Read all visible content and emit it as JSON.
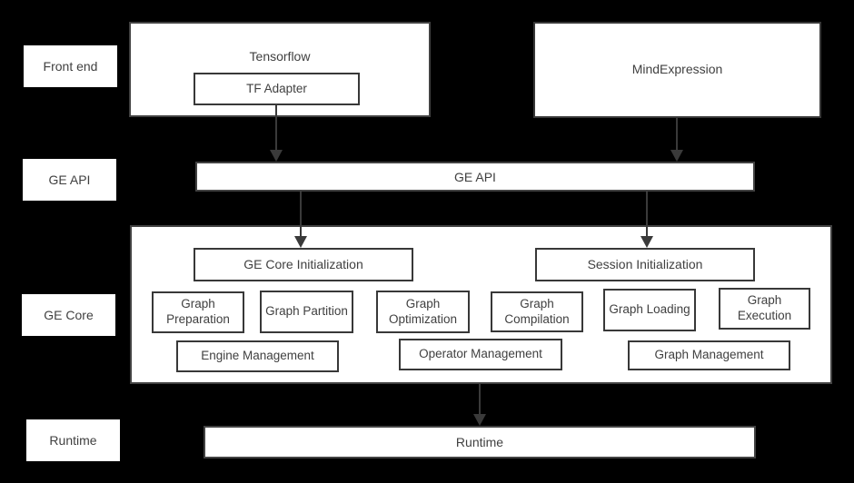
{
  "diagram": {
    "layer_labels": {
      "front_end": "Front end",
      "ge_api": "GE API",
      "ge_core": "GE Core",
      "runtime": "Runtime"
    },
    "front_end": {
      "tensorflow": "Tensorflow",
      "tf_adapter": "TF Adapter",
      "mind_expression": "MindExpression"
    },
    "ge_api_bar": "GE API",
    "ge_core": {
      "ge_core_init": "GE Core Initialization",
      "session_init": "Session Initialization",
      "modules": [
        "Graph Preparation",
        "Graph Partition",
        "Graph Optimization",
        "Graph Compilation",
        "Graph Loading",
        "Graph Execution"
      ],
      "management": [
        "Engine Management",
        "Operator Management",
        "Graph Management"
      ]
    },
    "runtime_bar": "Runtime",
    "colors": {
      "background": "#000000",
      "box_fill": "#ffffff",
      "border": "#3d3d3d",
      "text": "#404040",
      "arrow": "#3a3a3a"
    }
  }
}
